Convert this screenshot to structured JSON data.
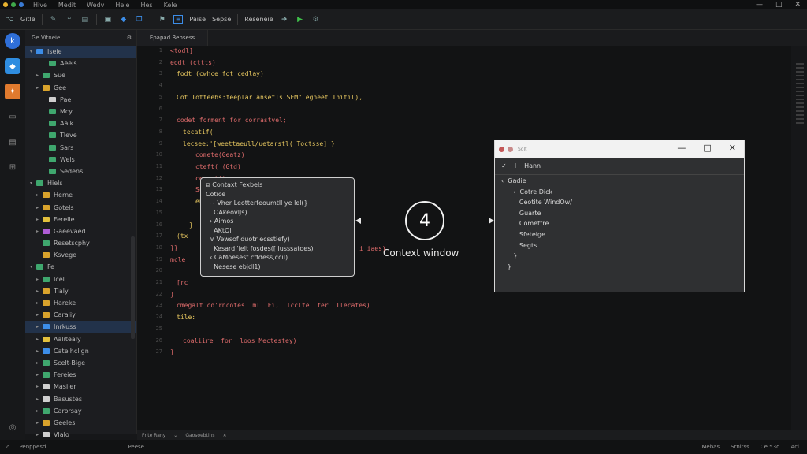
{
  "menu": [
    "Hive",
    "Medit",
    "Wedv",
    "Hele",
    "Hes",
    "Kele"
  ],
  "window_controls": [
    "—",
    "□",
    "✕"
  ],
  "toolbar": {
    "left_label": "Gitle",
    "brand_label": "Paise",
    "secondary_label": "Sepse",
    "run_label": "Reseneie",
    "run_icon": "play-icon"
  },
  "explorer": {
    "title": "Ge Vitneie",
    "items": [
      {
        "label": "Iseie",
        "indent": 0,
        "chev": "▾",
        "color": "#3c8de8",
        "selected": true
      },
      {
        "label": "Aeeis",
        "indent": 2,
        "chev": "",
        "color": "#3fa76e"
      },
      {
        "label": "Sue",
        "indent": 1,
        "chev": "▸",
        "color": "#3fa76e"
      },
      {
        "label": "Gee",
        "indent": 1,
        "chev": "▸",
        "color": "#d9a32c"
      },
      {
        "label": "Pae",
        "indent": 2,
        "chev": "",
        "color": "#cfcfcf"
      },
      {
        "label": "Mcy",
        "indent": 2,
        "chev": "",
        "color": "#3fa76e"
      },
      {
        "label": "Aaik",
        "indent": 2,
        "chev": "",
        "color": "#3fa76e"
      },
      {
        "label": "Tleve",
        "indent": 2,
        "chev": "",
        "color": "#3fa76e"
      },
      {
        "label": "Sars",
        "indent": 2,
        "chev": "",
        "color": "#3fa76e"
      },
      {
        "label": "Wels",
        "indent": 2,
        "chev": "",
        "color": "#3fa76e"
      },
      {
        "label": "Sedens",
        "indent": 2,
        "chev": "",
        "color": "#3fa76e"
      },
      {
        "label": "Hiels",
        "indent": 0,
        "chev": "▾",
        "color": "#3fa76e"
      },
      {
        "label": "Herne",
        "indent": 1,
        "chev": "▸",
        "color": "#d9a32c"
      },
      {
        "label": "Gotels",
        "indent": 1,
        "chev": "▸",
        "color": "#d9a32c"
      },
      {
        "label": "Ferelle",
        "indent": 1,
        "chev": "▸",
        "color": "#e3c03c"
      },
      {
        "label": "Gaeevaed",
        "indent": 1,
        "chev": "▸",
        "color": "#b05cd6"
      },
      {
        "label": "Resetscphy",
        "indent": 1,
        "chev": "",
        "color": "#3fa76e"
      },
      {
        "label": "Ksvege",
        "indent": 1,
        "chev": "",
        "color": "#d9a32c"
      },
      {
        "label": "Fe",
        "indent": 0,
        "chev": "▾",
        "color": "#3fa76e"
      },
      {
        "label": "Icel",
        "indent": 1,
        "chev": "▸",
        "color": "#3fa76e"
      },
      {
        "label": "Tialy",
        "indent": 1,
        "chev": "▸",
        "color": "#d9a32c"
      },
      {
        "label": "Hareke",
        "indent": 1,
        "chev": "▸",
        "color": "#d9a32c"
      },
      {
        "label": "Caraliy",
        "indent": 1,
        "chev": "▸",
        "color": "#d9a32c"
      },
      {
        "label": "Inrkuss",
        "indent": 1,
        "chev": "▸",
        "color": "#3c8de8",
        "selected": true
      },
      {
        "label": "Aalitealy",
        "indent": 1,
        "chev": "▸",
        "color": "#e3c03c"
      },
      {
        "label": "Catelhclign",
        "indent": 1,
        "chev": "▸",
        "color": "#3c8de8"
      },
      {
        "label": "Scelt-Bige",
        "indent": 1,
        "chev": "▸",
        "color": "#3fa76e"
      },
      {
        "label": "Fereies",
        "indent": 1,
        "chev": "▸",
        "color": "#3fa76e"
      },
      {
        "label": "Masiier",
        "indent": 1,
        "chev": "▸",
        "color": "#cfcfcf"
      },
      {
        "label": "Basustes",
        "indent": 1,
        "chev": "▸",
        "color": "#cfcfcf"
      },
      {
        "label": "Carorsay",
        "indent": 1,
        "chev": "▸",
        "color": "#3fa76e"
      },
      {
        "label": "Geeles",
        "indent": 1,
        "chev": "▸",
        "color": "#d9a32c"
      },
      {
        "label": "Vlalo",
        "indent": 1,
        "chev": "▸",
        "color": "#cfcfcf"
      }
    ]
  },
  "tab": {
    "label": "Epapad Bensess"
  },
  "code_lines": [
    {
      "text": "<todl]",
      "indent": 0,
      "color": "#e06c6c"
    },
    {
      "text": "eodt (cttts)",
      "indent": 0,
      "color": "#e06c6c"
    },
    {
      "text": "fodt (cwhce fot cedlay)",
      "indent": 1,
      "color": "#e8c860"
    },
    {
      "text": "",
      "indent": 0,
      "color": "#e06c6c"
    },
    {
      "text": "Cot Iotteebs:feeplar ansetIs SEM\" egneet Thitil),",
      "indent": 1,
      "color": "#e8c860"
    },
    {
      "text": "",
      "indent": 0,
      "color": "#e06c6c"
    },
    {
      "text": "codet forment for corrastvel;",
      "indent": 1,
      "color": "#e06c6c"
    },
    {
      "text": "tecatif(",
      "indent": 2,
      "color": "#e8c860"
    },
    {
      "text": "lecsee:'[weettaeull/uetarstl( Toctsse]|}",
      "indent": 2,
      "color": "#e8c860"
    },
    {
      "text": "comete(Geatz)",
      "indent": 4,
      "color": "#e06c6c"
    },
    {
      "text": "cteft( (Gtd)",
      "indent": 4,
      "color": "#e06c6c"
    },
    {
      "text": "cecentit",
      "indent": 4,
      "color": "#e06c6c"
    },
    {
      "text": "Scvectsd)",
      "indent": 4,
      "color": "#e06c6c"
    },
    {
      "text": "enelel (ectl 49)",
      "indent": 4,
      "color": "#e8c860"
    },
    {
      "text": "",
      "indent": 0,
      "color": "#e06c6c"
    },
    {
      "text": "}",
      "indent": 3,
      "color": "#e8c860"
    },
    {
      "text": "(tx",
      "indent": 1,
      "color": "#e8c860"
    },
    {
      "text": "}}",
      "indent": 0,
      "color": "#e06c6c"
    },
    {
      "text": "mcle",
      "indent": 0,
      "color": "#e06c6c"
    },
    {
      "text": "",
      "indent": 0,
      "color": "#e06c6c"
    },
    {
      "text": "[rc",
      "indent": 1,
      "color": "#e06c6c"
    },
    {
      "text": "}",
      "indent": 0,
      "color": "#e06c6c"
    },
    {
      "text": "cmegalt co'rncotes  ml  Fi,  Icclte  fer  Tlecates)",
      "indent": 1,
      "color": "#e06c6c"
    },
    {
      "text": "tile:",
      "indent": 1,
      "color": "#e8c860"
    },
    {
      "text": "",
      "indent": 0,
      "color": "#e06c6c"
    },
    {
      "text": "coaliire  for  loos Mectestey)",
      "indent": 2,
      "color": "#e06c6c"
    },
    {
      "text": "}",
      "indent": 0,
      "color": "#e06c6c"
    }
  ],
  "code_fragment_right": "i iaes)",
  "popup": {
    "title": "Contaxt Fexbels",
    "lines": [
      "Cotice",
      "  ~ Vher Leotterfeoumtll ye lel(}",
      "    OAkeovlJs)",
      "  › Aimos",
      "    AKtOl",
      "  ∨ Vewsof duotr ecsstiefy)",
      "    Kesardl'ielt fosdes([ lusssatoes)",
      "  ‹ CaMoesest cffdess,ccil)",
      "    Nesese ebjdl1)"
    ]
  },
  "callout": {
    "number": "4",
    "label": "Context window"
  },
  "dialog": {
    "title": "Solt",
    "bar_label": "Hann",
    "lines": [
      "‹  Gadie",
      "      ‹  Cotre Dick",
      "         Ceotite WindOw/",
      "         Guarte",
      "         Comettre",
      "         Sfeteige",
      "         Segts",
      "      }",
      "   }"
    ],
    "controls": [
      "—",
      "□",
      "✕"
    ]
  },
  "panel": {
    "left_label": "Fnte Rany",
    "right_label": "Gaosoebtins"
  },
  "status": {
    "left_label": "Penppesd",
    "edit_label": "Peese",
    "right_items": [
      "Mebas",
      "Srnitss",
      "Ce 53d",
      "Acl"
    ]
  },
  "colors": {
    "accent": "#3c8de8",
    "run": "#3fbf4a",
    "keyword_red": "#e06c6c",
    "string_yellow": "#e8c860"
  }
}
